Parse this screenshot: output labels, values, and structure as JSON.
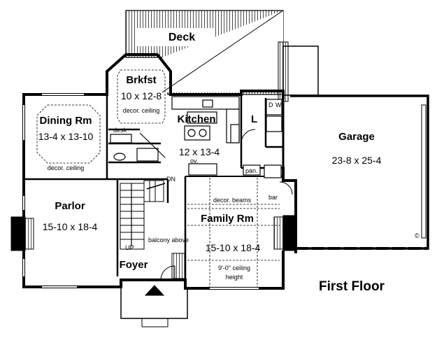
{
  "title": "First Floor",
  "rooms": {
    "deck": {
      "name": "Deck"
    },
    "brkfst": {
      "name": "Brkfst",
      "dims": "10 x 12-8",
      "note": "decor. ceiling"
    },
    "dining": {
      "name": "Dining Rm",
      "dims": "13-4 x 13-10",
      "note": "decor. ceiling"
    },
    "kitchen": {
      "name": "Kitchen",
      "dims": "12 x 13-4"
    },
    "garage": {
      "name": "Garage",
      "dims": "23-8 x 25-4"
    },
    "parlor": {
      "name": "Parlor",
      "dims": "15-10 x 18-4"
    },
    "family": {
      "name": "Family Rm",
      "dims": "15-10 x 18-4",
      "note_beams": "decor. beams",
      "note_ceiling_1": "9'-0\" ceiling",
      "note_ceiling_2": "height"
    },
    "foyer": {
      "name": "Foyer"
    }
  },
  "labels": {
    "desk": "desk",
    "oven": "ov.",
    "pantry": "pan.",
    "bar": "bar",
    "laundry": "L",
    "dryer": "D",
    "washer": "W",
    "stair_down": "DN",
    "stair_up": "UP",
    "balcony": "balcony above",
    "copyright": "©"
  },
  "colors": {
    "line": "#000000",
    "background": "#ffffff"
  }
}
